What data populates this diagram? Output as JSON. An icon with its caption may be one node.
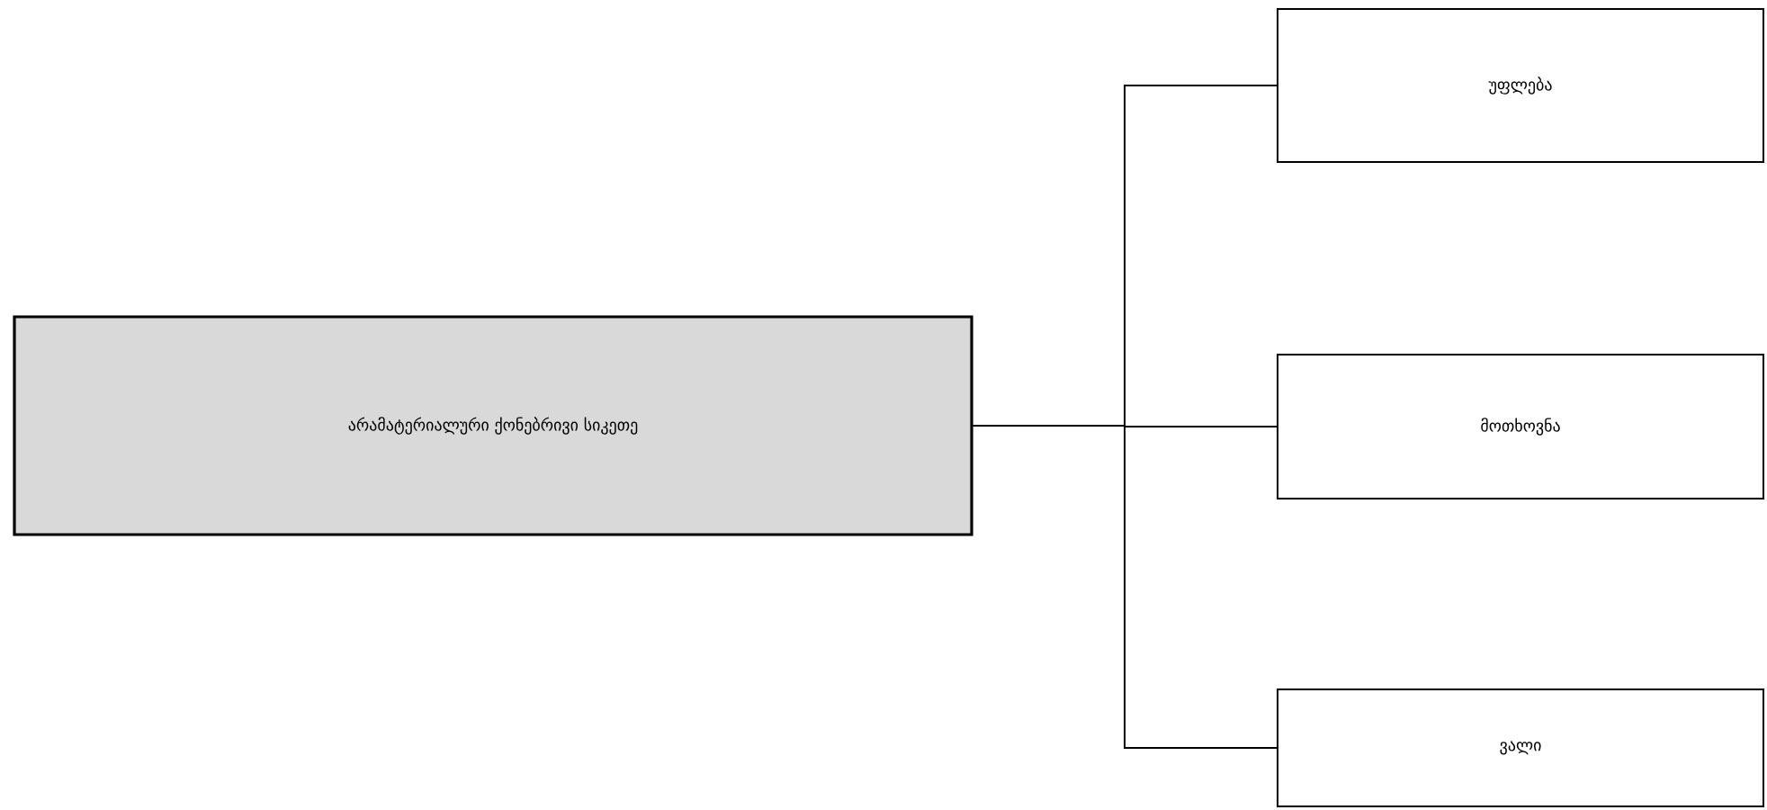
{
  "diagram": {
    "nodes": [
      {
        "text": [
          "არამატერიალური ქონებრივი სიკეთე"
        ]
      },
      {
        "text": [
          "უფლება"
        ]
      },
      {
        "text": [
          "მოთხოვნა"
        ]
      },
      {
        "text": [
          "ვალი"
        ]
      }
    ],
    "edges": [
      {
        "from": 0,
        "to": 1,
        "arrow": "none"
      },
      {
        "from": 0,
        "to": 2,
        "arrow": "none"
      },
      {
        "from": 0,
        "to": 3,
        "arrow": "none"
      }
    ]
  }
}
